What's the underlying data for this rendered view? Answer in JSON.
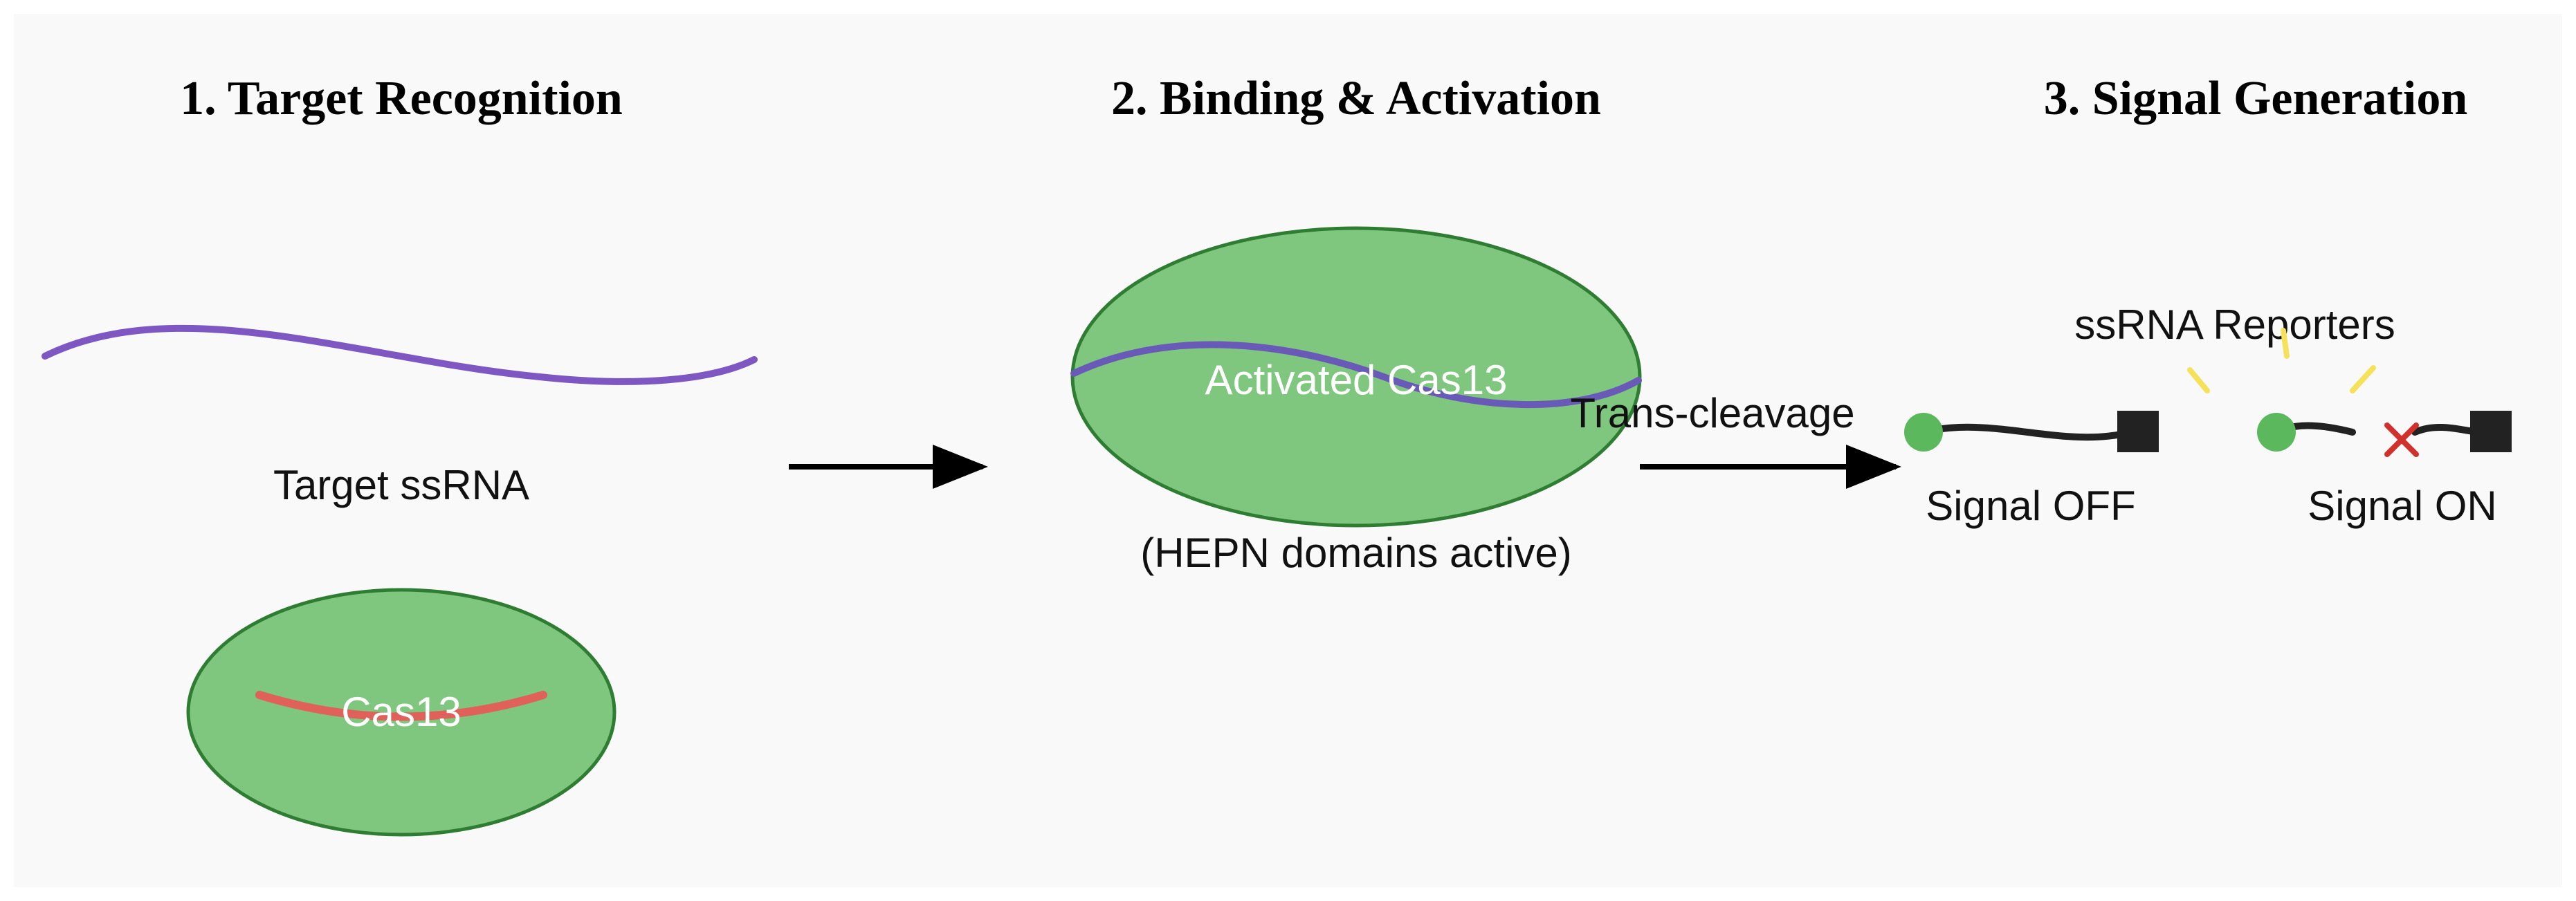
{
  "steps": [
    {
      "title": "1. Target Recognition"
    },
    {
      "title": "2. Binding & Activation"
    },
    {
      "title": "3. Signal Generation"
    }
  ],
  "step1": {
    "target_label": "Target ssRNA",
    "enzyme_label": "Cas13"
  },
  "step2": {
    "enzyme_label": "Activated Cas13",
    "note": "(HEPN domains active)",
    "arrow_label": "Trans-cleavage"
  },
  "step3": {
    "reporters_label": "ssRNA Reporters",
    "off_label": "Signal OFF",
    "on_label": "Signal ON"
  },
  "colors": {
    "background": "#f9f9f9",
    "enzyme_fill": "#7fc67f",
    "enzyme_stroke": "#2e7d32",
    "target_rna": "#7e57c2",
    "guide_rna": "#e0605a",
    "fluorophore": "#5cb85c",
    "quencher": "#222222",
    "cut_mark": "#d0312d",
    "light_rays": "#f5e15a",
    "arrow": "#000000"
  }
}
